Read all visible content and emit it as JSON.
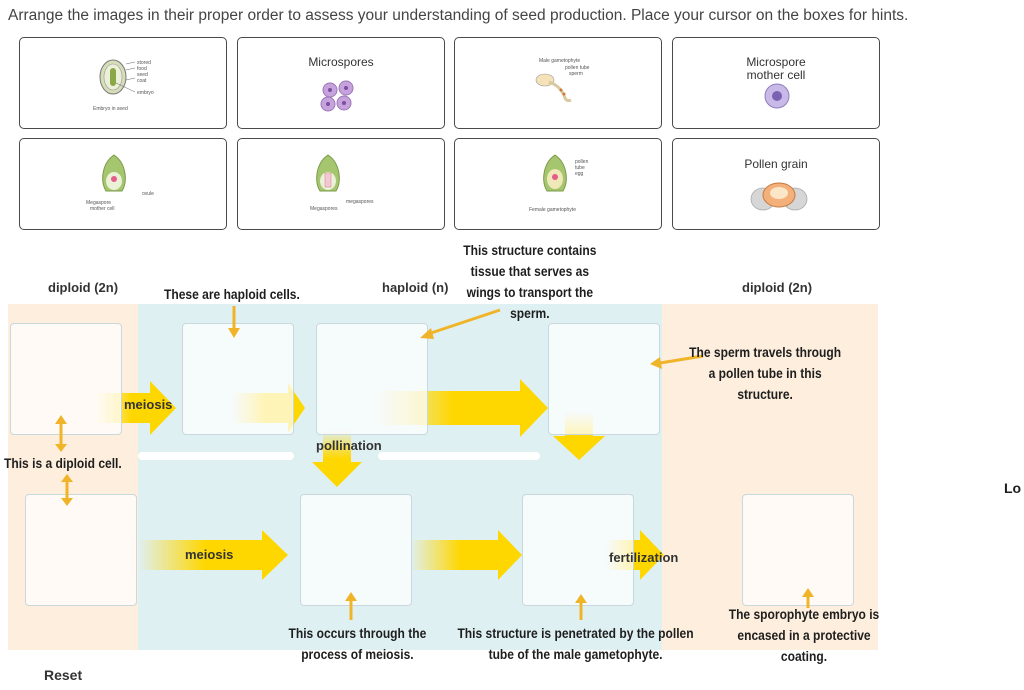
{
  "instructions": "Arrange the images in their proper order to assess your understanding of seed production. Place your cursor on the boxes for hints.",
  "cards": [
    {
      "id": "seed",
      "title": "",
      "labels": [
        "stored",
        "food",
        "seed",
        "coat",
        "embryo",
        "Embryo in seed"
      ]
    },
    {
      "id": "microspores",
      "title": "Microspores",
      "labels": []
    },
    {
      "id": "male-gametophyte",
      "title": "",
      "labels": [
        "Male gametophyte",
        "pollen tube",
        "sperm"
      ]
    },
    {
      "id": "microspore-mother-cell",
      "title": "Microspore mother cell",
      "labels": []
    },
    {
      "id": "megaspore-mother-cell",
      "title": "",
      "labels": [
        "ovule",
        "Megaspore",
        "mother cell"
      ]
    },
    {
      "id": "megaspores",
      "title": "",
      "labels": [
        "megaspores",
        "Megaspores"
      ]
    },
    {
      "id": "female-gametophyte",
      "title": "",
      "labels": [
        "pollen",
        "tube",
        "egg",
        "Female gametophyte"
      ]
    },
    {
      "id": "pollen-grain",
      "title": "Pollen grain",
      "labels": []
    }
  ],
  "zones": {
    "diploid_left": "diploid (2n)",
    "haploid": "haploid (n)",
    "diploid_right": "diploid (2n)"
  },
  "arrow_labels": {
    "meiosis_top": "meiosis",
    "pollination": "pollination",
    "meiosis_bottom": "meiosis",
    "fertilization": "fertilization"
  },
  "hints": {
    "haploid_cells": "These are haploid cells.",
    "wings": "This structure contains tissue that serves as wings to transport the sperm.",
    "sperm_travels": "The sperm travels through a pollen tube in this structure.",
    "diploid_cell": "This is a diploid cell.",
    "meiosis_process": "This occurs through the process of meiosis.",
    "penetrated": "This structure is penetrated by the pollen tube of the male gametophyte.",
    "embryo": "The sporophyte embryo is encased in a protective coating."
  },
  "reset_label": "Reset",
  "cutoff_text": "Lo",
  "colors": {
    "arrow_yellow": "#ffd700",
    "hint_arrow": "#f0b429",
    "peach_zone": "#fdeedd",
    "teal_zone": "#dff0f2",
    "card_border": "#4a4a4a"
  }
}
